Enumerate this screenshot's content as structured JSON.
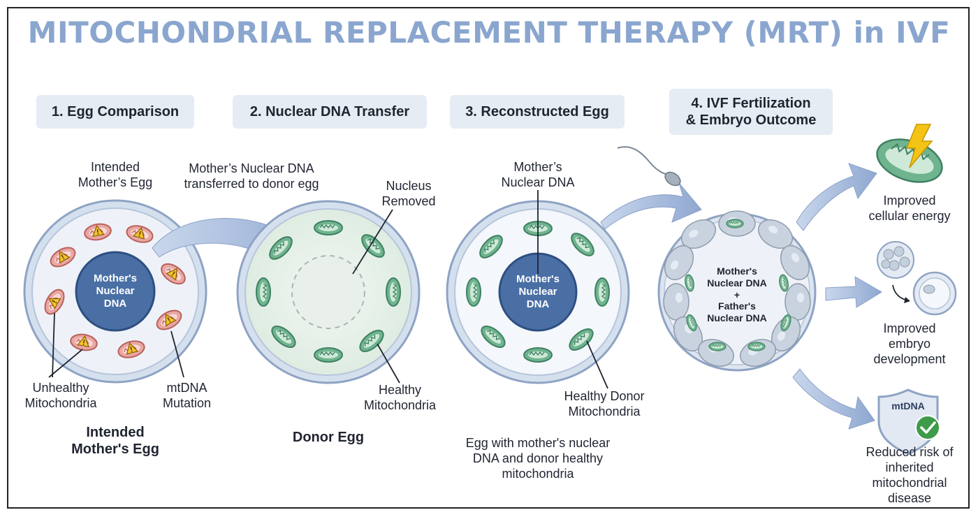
{
  "title": "MITOCHONDRIAL REPLACEMENT THERAPY (MRT) in IVF",
  "steps": [
    "1. Egg Comparison",
    "2. Nuclear DNA Transfer",
    "3. Reconstructed Egg",
    "4. IVF Fertilization\n& Embryo Outcome"
  ],
  "egg1": {
    "top_label": "Intended\nMother’s Egg",
    "nucleus": "Mother's\nNuclear\nDNA",
    "unhealthy_label": "Unhealthy\nMitochondria",
    "mutation_label": "mtDNA\nMutation",
    "caption": "Intended\nMother's Egg"
  },
  "transfer": {
    "label": "Mother’s Nuclear DNA\ntransferred to donor egg"
  },
  "egg2": {
    "removed_label": "Nucleus\nRemoved",
    "healthy_label": "Healthy\nMitochondria",
    "caption": "Donor Egg"
  },
  "egg3": {
    "top_label": "Mother’s\nNuclear DNA",
    "nucleus": "Mother's\nNuclear\nDNA",
    "donor_label": "Healthy Donor\nMitochondria",
    "caption": "Egg with mother's nuclear\nDNA and donor healthy\nmitochondria"
  },
  "embryo": {
    "text": "Mother's\nNuclear DNA\n+\nFather's\nNuclear DNA"
  },
  "outcomes": [
    "Improved\ncellular energy",
    "Improved\nembryo\ndevelopment",
    "Reduced risk of\ninherited\nmitochondrial\ndisease"
  ],
  "shield_label": "mtDNA",
  "colors": {
    "title": "#8aa6cf",
    "step_bg": "#e6ecf4",
    "nucleus": "#4a6fa5",
    "healthy_mito": "#6fb48e",
    "unhealthy_mito": "#e9a7a3",
    "arrow": "#9db3d6"
  }
}
